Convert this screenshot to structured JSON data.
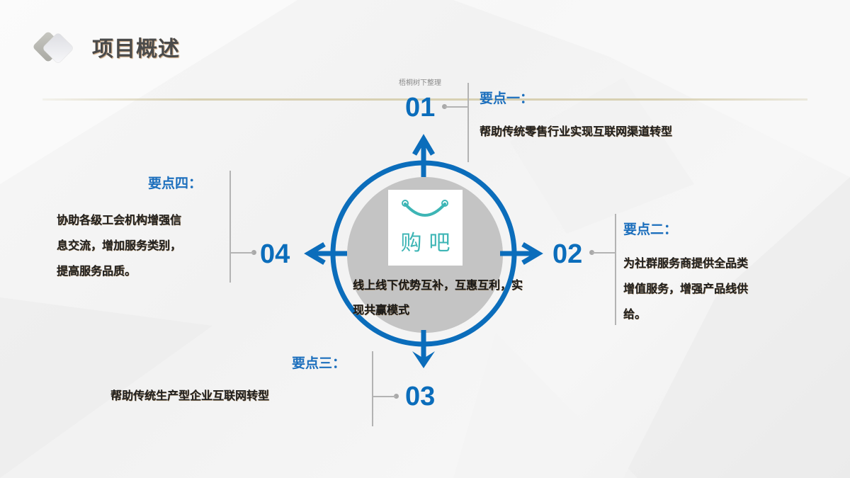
{
  "slide": {
    "title": "项目概述",
    "watermark": "梧桐树下整理",
    "center": {
      "brand_name": "购吧",
      "text": "线上线下优势互补，互惠互利，实现共赢模式"
    },
    "points": [
      {
        "number": "01",
        "title": "要点一：",
        "lines": [
          "帮助传统零售行业实现互联网渠道转型"
        ]
      },
      {
        "number": "02",
        "title": "要点二：",
        "lines": [
          "为社群服务商提供全品类",
          "增值服务，增强产品线供",
          "给。"
        ]
      },
      {
        "number": "03",
        "title": "要点三：",
        "lines": [
          "帮助传统生产型企业互联网转型"
        ]
      },
      {
        "number": "04",
        "title": "要点四：",
        "lines": [
          "协助各级工会机构增强信",
          "息交流，增加服务类别，",
          "提高服务品质。"
        ]
      }
    ],
    "colors": {
      "accent_blue": "#0b6dbb",
      "title_blue": "#1c6fbd",
      "brand_teal": "#3db5b5",
      "disk_gray": "#c4c4c4",
      "rule_gold": "#d8d0b2"
    }
  }
}
